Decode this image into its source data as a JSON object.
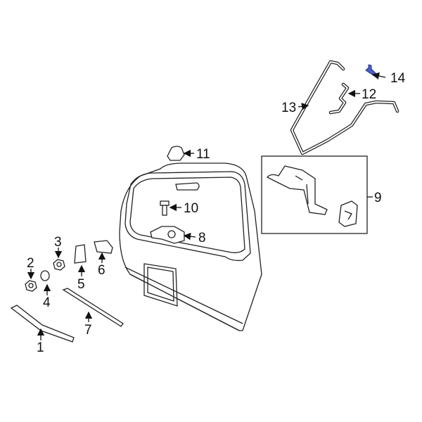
{
  "diagram": {
    "highlight_color": "#4a5cc4",
    "callouts": [
      {
        "number": "1",
        "part": "wiper-arm"
      },
      {
        "number": "2",
        "part": "nut"
      },
      {
        "number": "3",
        "part": "nut"
      },
      {
        "number": "4",
        "part": "cap"
      },
      {
        "number": "5",
        "part": "bracket"
      },
      {
        "number": "6",
        "part": "connector"
      },
      {
        "number": "7",
        "part": "wiper-blade"
      },
      {
        "number": "8",
        "part": "wiper-motor"
      },
      {
        "number": "9",
        "part": "hinge-assembly"
      },
      {
        "number": "10",
        "part": "bolt"
      },
      {
        "number": "11",
        "part": "cover"
      },
      {
        "number": "12",
        "part": "washer-hose"
      },
      {
        "number": "13",
        "part": "washer-hose"
      },
      {
        "number": "14",
        "part": "connector"
      }
    ]
  }
}
